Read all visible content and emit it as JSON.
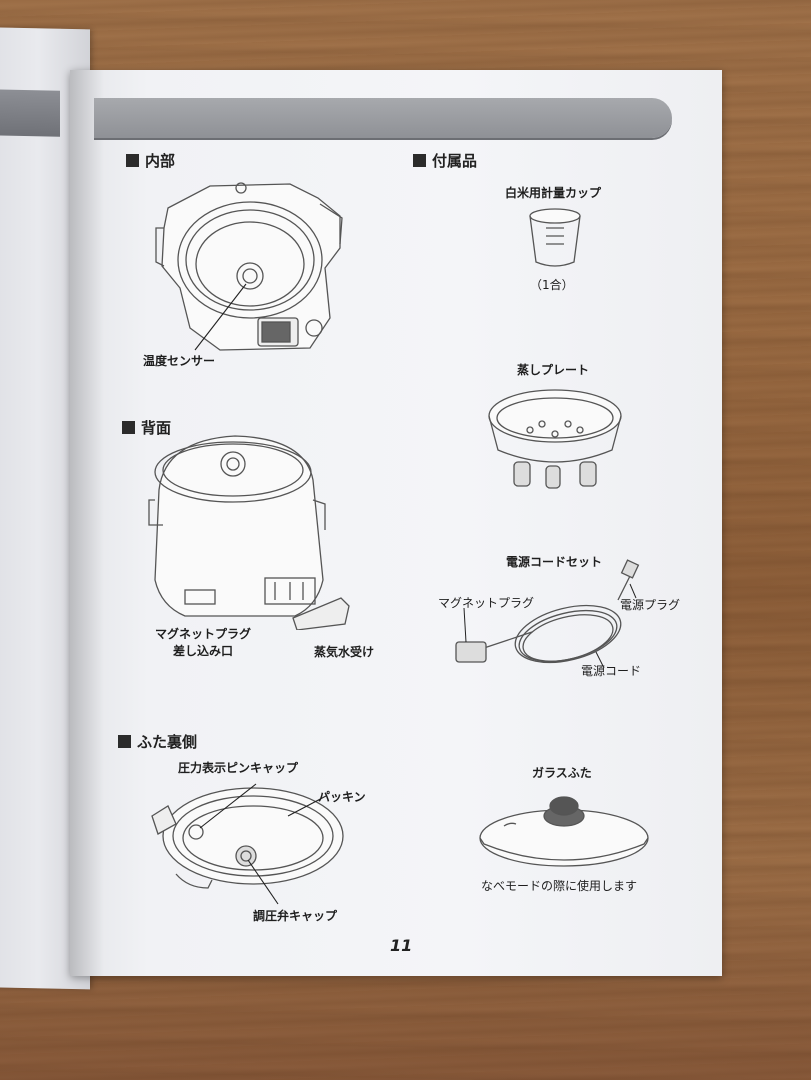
{
  "sections": {
    "interior": {
      "title": "内部",
      "sensor_label": "温度センサー"
    },
    "back": {
      "title": "背面",
      "plug_inlet_label": "マグネットプラグ\n差し込み口",
      "plug_inlet_line1": "マグネットプラグ",
      "plug_inlet_line2": "差し込み口",
      "steam_label": "蒸気水受け"
    },
    "lid_underside": {
      "title": "ふた裏側",
      "pin_cap_label": "圧力表示ピンキャップ",
      "packing_label": "パッキン",
      "valve_cap_label": "調圧弁キャップ"
    },
    "accessories": {
      "title": "付属品",
      "cup_label": "白米用計量カップ",
      "cup_note": "（1合）",
      "steam_plate_label": "蒸しプレート",
      "cord_set_label": "電源コードセット",
      "magnet_plug_label": "マグネットプラグ",
      "power_plug_label": "電源プラグ",
      "power_cord_label": "電源コード",
      "glass_lid_label": "ガラスふた",
      "glass_lid_note": "なべモードの際に使用します"
    }
  },
  "page_number": "11",
  "colors": {
    "band": "#9a9ca1",
    "text": "#1e1e1e",
    "page": "#f2f3f6"
  }
}
